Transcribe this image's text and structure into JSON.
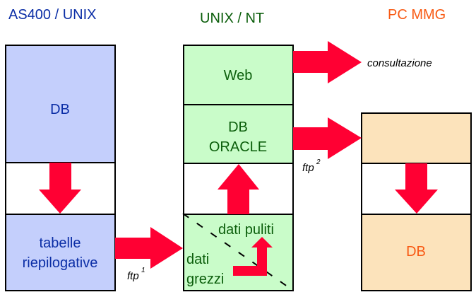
{
  "colors": {
    "arrow": "#ff0033",
    "border": "#000000",
    "as400_fill": "#c4cffc",
    "as400_text": "#0b2ea6",
    "unix_fill": "#c9fcc9",
    "unix_text": "#0b5e0b",
    "pc_fill": "#fce3bb",
    "pc_text": "#f85a14",
    "annotation_text": "#000000"
  },
  "columns": [
    {
      "id": "as400",
      "header": "AS400 / UNIX",
      "top_section": "DB",
      "bottom_section_line1": "tabelle",
      "bottom_section_line2": "riepilogative"
    },
    {
      "id": "unix",
      "header": "UNIX / NT",
      "web_section": "Web",
      "oracle_line1": "DB",
      "oracle_line2": "ORACLE",
      "clean_data": "dati puliti",
      "raw_data_line1": "dati",
      "raw_data_line2": "grezzi"
    },
    {
      "id": "pc",
      "header": "PC MMG",
      "top_section": "",
      "bottom_section": "DB"
    }
  ],
  "annotations": {
    "consultation": "consultazione",
    "ftp1_base": "ftp",
    "ftp1_sup": "1",
    "ftp2_base": "ftp",
    "ftp2_sup": "2"
  }
}
